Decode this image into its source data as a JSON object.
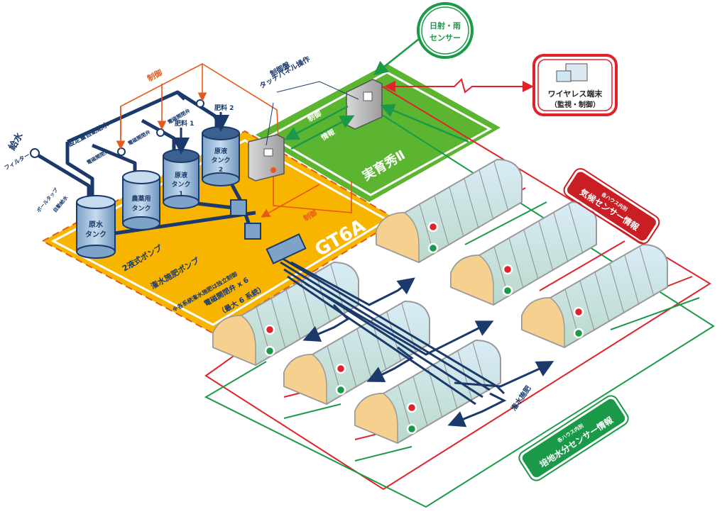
{
  "colors": {
    "orange_zone": "#f7b500",
    "orange_line": "#e8581c",
    "green_zone": "#5cb531",
    "green_line": "#1a9a48",
    "red_line": "#e0222a",
    "navy": "#1b3a6b",
    "tank_fill": "#a9c6e2",
    "house_glass": "#cfe6f5",
    "house_floor": "#f6d08e",
    "frame_grey": "#9a9a9a"
  },
  "water_supply": {
    "label": "給水",
    "filter": "フィルター",
    "ball_tap": [
      "ボールタップ",
      "自動給水"
    ],
    "fixed_auto": "設定量自動給水"
  },
  "valves": [
    "電磁開閉弁",
    "電磁開閉弁",
    "電磁開閉弁"
  ],
  "control_top": "制御",
  "fertilizers": [
    "肥料 1",
    "肥料 2"
  ],
  "tanks": {
    "raw_water": [
      "原水",
      "タンク"
    ],
    "pesticide": [
      "農薬用",
      "タンク"
    ],
    "stock1": [
      "原液",
      "タンク",
      "1"
    ],
    "stock2": [
      "原液",
      "タンク",
      "2"
    ]
  },
  "gt6a": {
    "name": "GT6A",
    "pump1": "2液式ポンプ",
    "pump2": "潅水施肥ポンプ",
    "note": "※各系統潅水施肥は独立制御",
    "valves": "電磁開閉弁 x 6",
    "systems": "（最大 6 系統）",
    "control": "制御"
  },
  "panel": {
    "line1": "制御盤",
    "line2": "タッチパネル操作"
  },
  "jikuhide": {
    "name": "実育秀Ⅱ",
    "control": "制御",
    "info": "情報"
  },
  "sensor_sun_rain": [
    "日射・雨",
    "センサー"
  ],
  "wireless": {
    "line1": "ワイヤレス端末",
    "line2": "（監視・制御）"
  },
  "climate_badge": {
    "small": "各ハウス内別",
    "big": "気候センサー情報"
  },
  "soil_badge": {
    "small": "各ハウス内別",
    "big": "培地水分センサー情報"
  },
  "irrigation_label": "潅水施肥"
}
